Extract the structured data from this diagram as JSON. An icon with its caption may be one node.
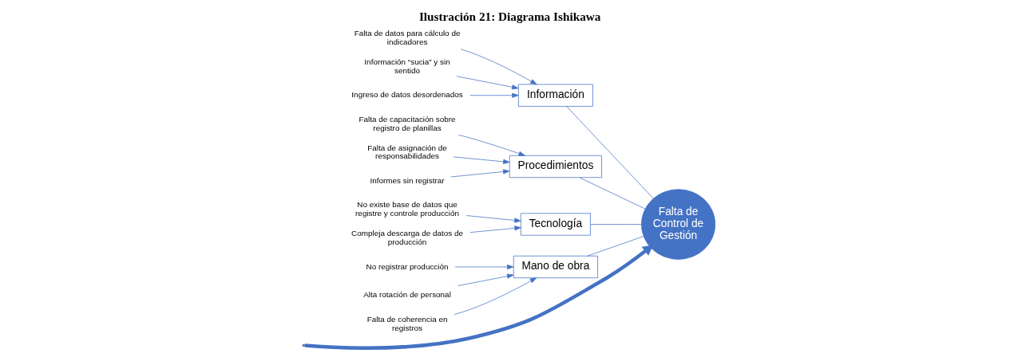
{
  "diagram": {
    "title": "Ilustración 21: Diagrama Ishikawa",
    "nodes": [
      {
        "text": [
          "Información"
        ]
      },
      {
        "text": [
          "Procedimientos"
        ]
      },
      {
        "text": [
          "Tecnología"
        ]
      },
      {
        "text": [
          "Mano de obra"
        ]
      },
      {
        "text": [
          "Falta de Control de Gestión"
        ]
      },
      {
        "text": [
          "Falta de datos para cálculo de indicadores"
        ]
      },
      {
        "text": [
          "Información “sucia” y sin sentido"
        ]
      },
      {
        "text": [
          "Ingreso de datos desordenados"
        ]
      },
      {
        "text": [
          "Falta de capacitación sobre registro de planillas"
        ]
      },
      {
        "text": [
          "Falta de asignación de responsabilidades"
        ]
      },
      {
        "text": [
          "Informes sin registrar"
        ]
      },
      {
        "text": [
          "No existe base de datos que registre y controle producción"
        ]
      },
      {
        "text": [
          "Compleja descarga de datos de producción"
        ]
      },
      {
        "text": [
          "No registrar producción"
        ]
      },
      {
        "text": [
          "Alta rotación de personal"
        ]
      },
      {
        "text": [
          "Falta de coherencia en registros"
        ]
      }
    ],
    "edges": [
      {
        "from": null,
        "to": 4,
        "arrow": "to",
        "style": "thick"
      },
      {
        "from": 0,
        "to": 4,
        "arrow": "none"
      },
      {
        "from": 1,
        "to": 4,
        "arrow": "none"
      },
      {
        "from": 2,
        "to": 4,
        "arrow": "none"
      },
      {
        "from": 3,
        "to": 4,
        "arrow": "none"
      },
      {
        "from": 5,
        "to": 0,
        "arrow": "to"
      },
      {
        "from": 6,
        "to": 0,
        "arrow": "to"
      },
      {
        "from": 7,
        "to": 0,
        "arrow": "to"
      },
      {
        "from": 8,
        "to": 1,
        "arrow": "to"
      },
      {
        "from": 9,
        "to": 1,
        "arrow": "to"
      },
      {
        "from": 10,
        "to": 1,
        "arrow": "to"
      },
      {
        "from": 11,
        "to": 2,
        "arrow": "to"
      },
      {
        "from": 12,
        "to": 2,
        "arrow": "to"
      },
      {
        "from": 13,
        "to": 3,
        "arrow": "to"
      },
      {
        "from": 14,
        "to": 3,
        "arrow": "to"
      },
      {
        "from": 15,
        "to": 3,
        "arrow": "to"
      }
    ]
  }
}
